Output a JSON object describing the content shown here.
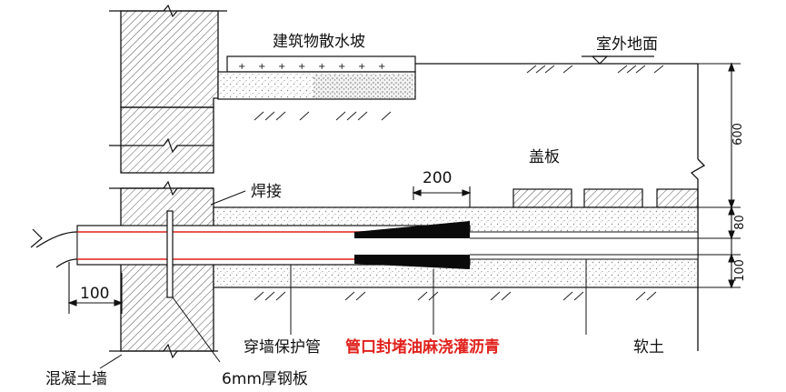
{
  "labels": {
    "building_apron": "建筑物散水坡",
    "outdoor_ground": "室外地面",
    "cover_plate": "盖板",
    "weld": "焊接",
    "wall_sleeve": "穿墙保护管",
    "seal_note": "管口封堵油麻浇灌沥青",
    "soft_soil": "软土",
    "concrete_wall": "混凝土墙",
    "steel_plate": "6mm厚钢板"
  },
  "dimensions": {
    "d200": "200",
    "d100_left": "100",
    "d600": "600",
    "d80": "80",
    "d100_right": "100"
  },
  "colors": {
    "line": "#111111",
    "pipe_red": "#e0201b",
    "hatch": "#444444",
    "sand": "#bdbdbd",
    "seal_black": "#0a0a0a"
  }
}
